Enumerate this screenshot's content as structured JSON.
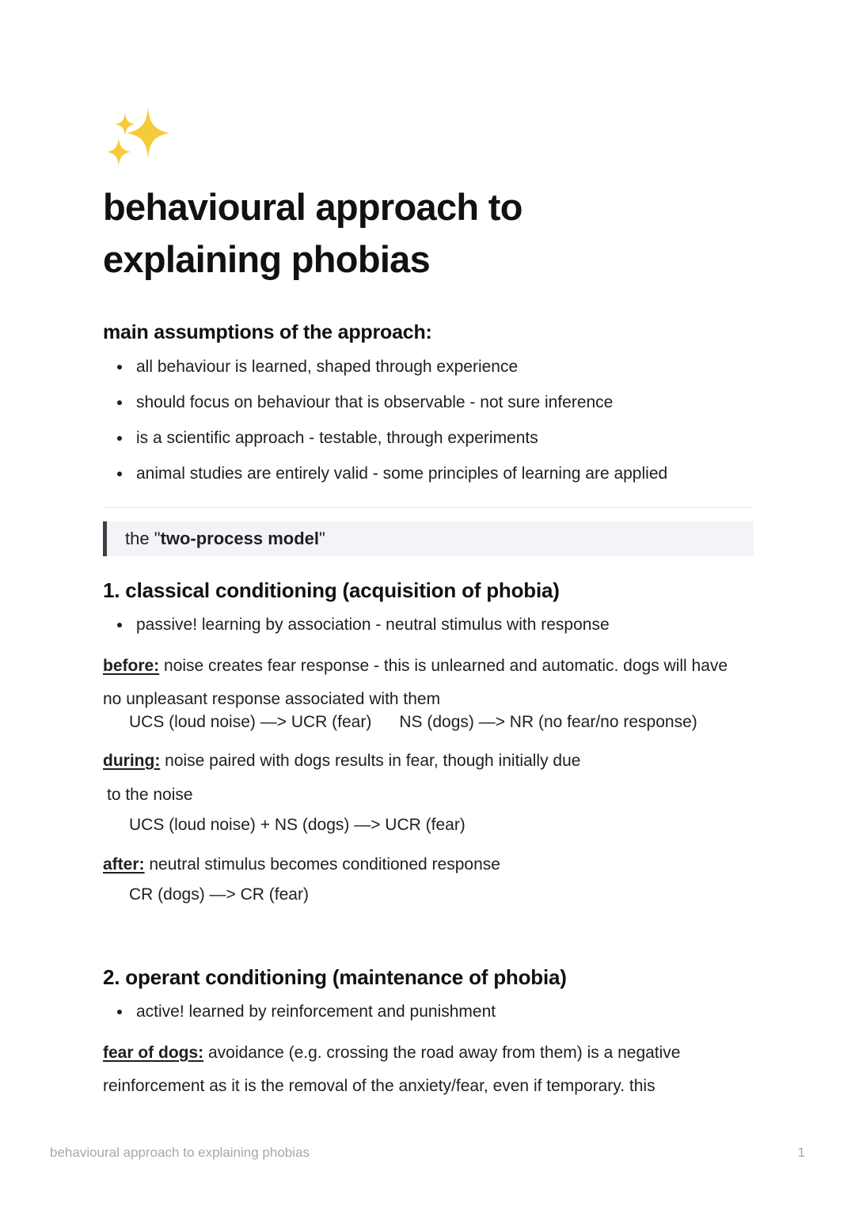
{
  "document": {
    "emoji_icon": "sparkles-icon",
    "emoji_glyph": "✨",
    "title": "behavioural approach to explaining phobias"
  },
  "assumptions": {
    "heading": "main assumptions of the approach:",
    "items": [
      "all behaviour is learned, shaped through experience",
      "should focus on behaviour that is observable - not sure inference",
      "is a scientific approach - testable, through experiments",
      "animal studies are entirely valid - some principles of learning are applied"
    ]
  },
  "callout": {
    "prefix": "the \"",
    "bold": "two-process model",
    "suffix": "\""
  },
  "classical": {
    "heading": "1. classical conditioning (acquisition of phobia)",
    "bullets": [
      "passive! learning by association - neutral stimulus with response"
    ],
    "before_label": "before:",
    "before_text": " noise creates fear response - this is unlearned and automatic. dogs will have no unpleasant response associated with them",
    "equation_before": "UCS (loud noise) —> UCR (fear)      NS (dogs) —> NR (no fear/no response)",
    "during_label": "during:",
    "during_text": " noise paired with dogs results in fear, though initially due",
    "during_text_line2": "to the noise",
    "equation_during": "UCS (loud noise) + NS (dogs) —> UCR (fear)",
    "after_label": "after:",
    "after_text": " neutral stimulus becomes conditioned response",
    "equation_after": "CR (dogs) —> CR (fear)"
  },
  "operant": {
    "heading": "2. operant conditioning (maintenance of phobia)",
    "bullets": [
      "active! learned by reinforcement and punishment"
    ],
    "fear_label": "fear of dogs:",
    "fear_text": " avoidance (e.g. crossing the road away from them) is a negative reinforcement as it is the removal of the anxiety/fear, even if temporary. this"
  },
  "footer": {
    "title": "behavioural approach to explaining phobias",
    "page_number": "1"
  },
  "colors": {
    "text": "#1f1f1f",
    "heading": "#111111",
    "callout_bg": "#f4f3f7",
    "callout_bar": "#3f3f46",
    "divider": "#e9e9ec",
    "footer_text": "#a7a7a7",
    "sparkle": "#f4c430"
  }
}
